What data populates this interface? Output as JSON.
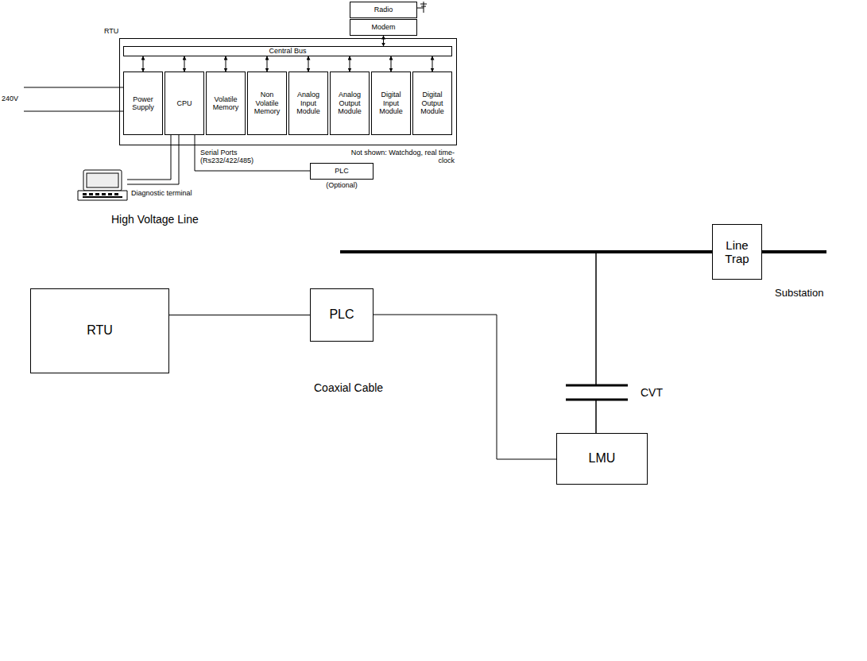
{
  "diagram": {
    "nodes": [
      {
        "text": [
          "RTU"
        ]
      },
      {
        "text": [
          "Radio"
        ]
      },
      {
        "text": [
          "Modem"
        ]
      },
      {
        "text": [
          "Central Bus"
        ],
        "in": 0
      },
      {
        "text": [
          "Power Supply"
        ],
        "in": 0
      },
      {
        "text": [
          "CPU"
        ],
        "in": 0
      },
      {
        "text": [
          "Volatile Memory"
        ],
        "in": 0
      },
      {
        "text": [
          "Non Volatile Memory"
        ],
        "in": 0
      },
      {
        "text": [
          "Analog Input Module"
        ],
        "in": 0
      },
      {
        "text": [
          "Analog Output Module"
        ],
        "in": 0
      },
      {
        "text": [
          "Digital Input Module"
        ],
        "in": 0
      },
      {
        "text": [
          "Digital Output Module"
        ],
        "in": 0
      },
      {
        "text": [
          "PLC",
          "(Optional)"
        ]
      },
      {
        "text": [
          "RTU"
        ]
      },
      {
        "text": [
          "PLC"
        ]
      },
      {
        "text": [
          "Line Trap"
        ]
      },
      {
        "text": [
          "LMU"
        ]
      }
    ],
    "edges": [
      {
        "from": 2,
        "to": 3,
        "arrow": "both"
      },
      {
        "from": 3,
        "to": 4,
        "arrow": "both"
      },
      {
        "from": 3,
        "to": 5,
        "arrow": "both"
      },
      {
        "from": 3,
        "to": 6,
        "arrow": "both"
      },
      {
        "from": 3,
        "to": 7,
        "arrow": "both"
      },
      {
        "from": 3,
        "to": 8,
        "arrow": "both"
      },
      {
        "from": 3,
        "to": 9,
        "arrow": "both"
      },
      {
        "from": 3,
        "to": 10,
        "arrow": "both"
      },
      {
        "from": 3,
        "to": 11,
        "arrow": "both"
      },
      {
        "from": 5,
        "to": 12,
        "arrow": "none"
      },
      {
        "from": 13,
        "to": 14,
        "arrow": "none"
      },
      {
        "from": 14,
        "to": 16,
        "arrow": "none"
      }
    ],
    "labels": [
      "240V",
      "Serial Ports (Rs232/422/485)",
      "Not shown: Watchdog, real time-clock",
      "Diagnostic terminal",
      "High Voltage Line",
      "Coaxial Cable",
      "CVT",
      "Substation"
    ]
  }
}
